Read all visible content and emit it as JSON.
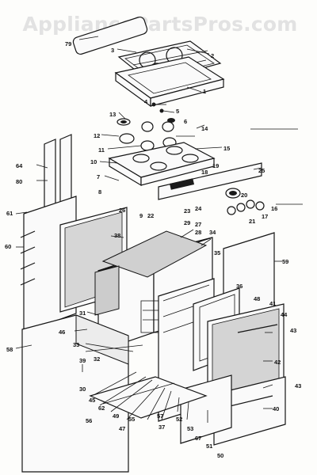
{
  "watermark": "AppliancePartsPros.com",
  "parts": [
    {
      "id": "p79",
      "text": "79"
    },
    {
      "id": "p3",
      "text": "3"
    },
    {
      "id": "p2",
      "text": "2"
    },
    {
      "id": "p1",
      "text": "1"
    },
    {
      "id": "p4",
      "text": "4"
    },
    {
      "id": "p5",
      "text": "5"
    },
    {
      "id": "p6",
      "text": "6"
    },
    {
      "id": "p13",
      "text": "13"
    },
    {
      "id": "p14",
      "text": "14"
    },
    {
      "id": "p12",
      "text": "12"
    },
    {
      "id": "p11",
      "text": "11"
    },
    {
      "id": "p15",
      "text": "15"
    },
    {
      "id": "p10",
      "text": "10"
    },
    {
      "id": "p19",
      "text": "19"
    },
    {
      "id": "p18",
      "text": "18"
    },
    {
      "id": "p64",
      "text": "64"
    },
    {
      "id": "p80",
      "text": "80"
    },
    {
      "id": "p8",
      "text": "8"
    },
    {
      "id": "p7",
      "text": "7"
    },
    {
      "id": "p9",
      "text": "9"
    },
    {
      "id": "p22",
      "text": "22"
    },
    {
      "id": "p25",
      "text": "25"
    },
    {
      "id": "p23",
      "text": "23"
    },
    {
      "id": "p24",
      "text": "24"
    },
    {
      "id": "p20",
      "text": "20"
    },
    {
      "id": "p16",
      "text": "16"
    },
    {
      "id": "p21",
      "text": "21"
    },
    {
      "id": "p17",
      "text": "17"
    },
    {
      "id": "p61",
      "text": "61"
    },
    {
      "id": "p26",
      "text": "26"
    },
    {
      "id": "p29",
      "text": "29"
    },
    {
      "id": "p27",
      "text": "27"
    },
    {
      "id": "p28",
      "text": "28"
    },
    {
      "id": "p34",
      "text": "34"
    },
    {
      "id": "p38",
      "text": "38"
    },
    {
      "id": "p60",
      "text": "60"
    },
    {
      "id": "p35",
      "text": "35"
    },
    {
      "id": "p59",
      "text": "59"
    },
    {
      "id": "p36",
      "text": "36"
    },
    {
      "id": "p48",
      "text": "48"
    },
    {
      "id": "p31",
      "text": "31"
    },
    {
      "id": "p41",
      "text": "41"
    },
    {
      "id": "p44",
      "text": "44"
    },
    {
      "id": "p43a",
      "text": "43"
    },
    {
      "id": "p46",
      "text": "46"
    },
    {
      "id": "p33",
      "text": "33"
    },
    {
      "id": "p32",
      "text": "32"
    },
    {
      "id": "p42",
      "text": "42"
    },
    {
      "id": "p58",
      "text": "58"
    },
    {
      "id": "p39",
      "text": "39"
    },
    {
      "id": "p43b",
      "text": "43"
    },
    {
      "id": "p30",
      "text": "30"
    },
    {
      "id": "p45",
      "text": "45"
    },
    {
      "id": "p62",
      "text": "62"
    },
    {
      "id": "p49",
      "text": "49"
    },
    {
      "id": "p55",
      "text": "55"
    },
    {
      "id": "p56",
      "text": "56"
    },
    {
      "id": "p47",
      "text": "47"
    },
    {
      "id": "p57",
      "text": "57"
    },
    {
      "id": "p37",
      "text": "37"
    },
    {
      "id": "p52",
      "text": "52"
    },
    {
      "id": "p53",
      "text": "53"
    },
    {
      "id": "p40",
      "text": "40"
    },
    {
      "id": "p67",
      "text": "67"
    },
    {
      "id": "p51",
      "text": "51"
    },
    {
      "id": "p50",
      "text": "50"
    }
  ]
}
